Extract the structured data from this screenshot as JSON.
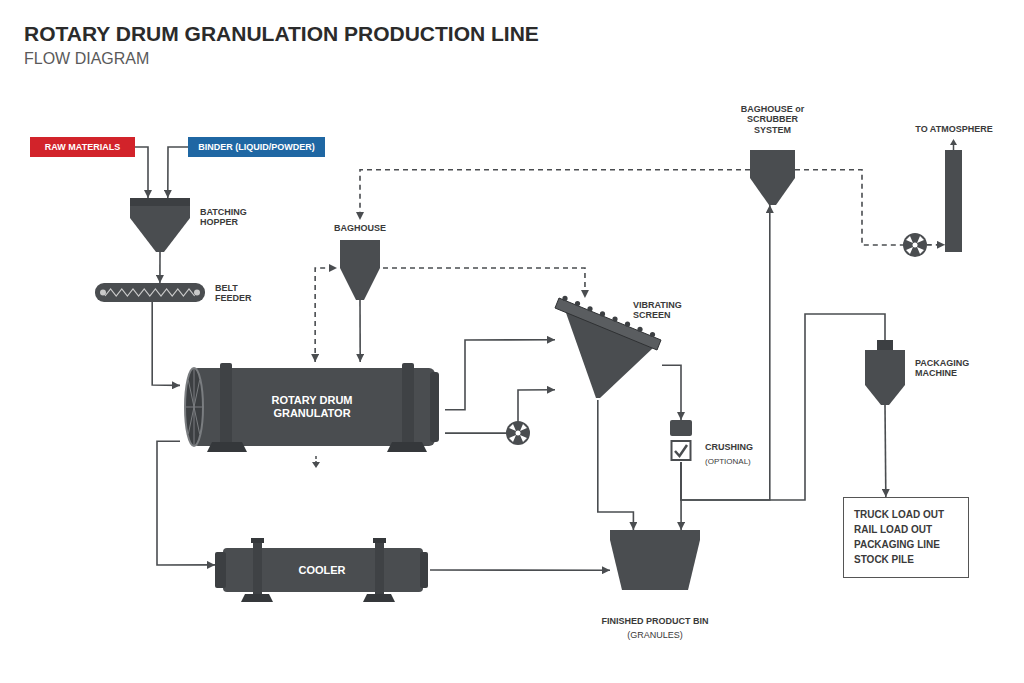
{
  "diagram": {
    "title": "ROTARY DRUM GRANULATION PRODUCTION LINE",
    "nodes": [
      {
        "text": [
          "RAW MATERIALS"
        ]
      },
      {
        "text": [
          "BINDER (LIQUID/POWDER)"
        ]
      },
      {
        "text": [
          "BATCHING HOPPER"
        ]
      },
      {
        "text": [
          "BELT FEEDER"
        ]
      },
      {
        "text": [
          "BAGHOUSE"
        ]
      },
      {
        "text": [
          "ROTARY DRUM GRANULATOR"
        ]
      },
      {
        "text": [
          "VIBRATING SCREEN"
        ]
      },
      {
        "text": [
          "BAGHOUSE or SCRUBBER SYSTEM"
        ]
      },
      {
        "text": [
          "TO ATMOSPHERE"
        ]
      },
      {
        "text": [
          "CRUSHING",
          "(OPTIONAL)"
        ]
      },
      {
        "text": [
          "COOLER"
        ]
      },
      {
        "text": [
          "FINISHED PRODUCT BIN",
          "(GRANULES)"
        ]
      },
      {
        "text": [
          "PACKAGING MACHINE"
        ]
      },
      {
        "text": [
          "TRUCK LOAD OUT",
          "RAIL LOAD OUT",
          "PACKAGING LINE",
          "STOCK PILE"
        ]
      }
    ],
    "edges": [
      {
        "from": 0,
        "to": 2,
        "arrow": "to"
      },
      {
        "from": 1,
        "to": 2,
        "arrow": "to"
      },
      {
        "from": 2,
        "to": 3,
        "arrow": "to"
      },
      {
        "from": 3,
        "to": 5,
        "arrow": "to"
      },
      {
        "from": 4,
        "to": 5,
        "arrow": "to"
      },
      {
        "from": 7,
        "to": 4,
        "arrow": "to"
      },
      {
        "from": 4,
        "to": 6,
        "arrow": "to"
      },
      {
        "from": 5,
        "to": 4,
        "arrow": "both"
      },
      {
        "from": 5,
        "to": 6,
        "arrow": "to"
      },
      {
        "from": 5,
        "to": 6,
        "arrow": "to"
      },
      {
        "from": 5,
        "to": 10,
        "arrow": "to"
      },
      {
        "from": 10,
        "to": 11,
        "arrow": "to"
      },
      {
        "from": 6,
        "to": 11,
        "arrow": "to"
      },
      {
        "from": 6,
        "to": 9,
        "arrow": "to"
      },
      {
        "from": 9,
        "to": 11,
        "arrow": "to"
      },
      {
        "from": 9,
        "to": 12,
        "arrow": "none"
      },
      {
        "from": 9,
        "to": 7,
        "arrow": "to"
      },
      {
        "from": 7,
        "to": 8,
        "arrow": "to"
      },
      {
        "from": 12,
        "to": 13,
        "arrow": "to"
      }
    ],
    "labels": [
      "FLOW DIAGRAM"
    ]
  }
}
